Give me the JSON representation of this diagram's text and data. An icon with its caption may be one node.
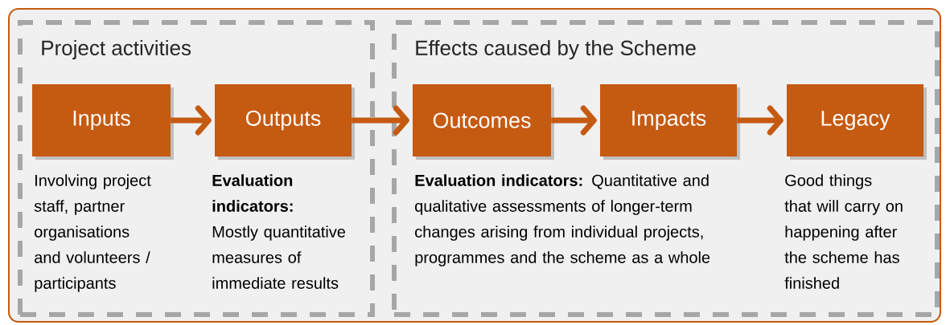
{
  "diagram": {
    "nodes": [
      {
        "text": [
          "Project activities"
        ]
      },
      {
        "text": [
          "Inputs"
        ],
        "in": 0,
        "beside": [
          "Involving project staff, partner organisations and volunteers / participants"
        ]
      },
      {
        "text": [
          "Outputs"
        ],
        "in": 0,
        "beside": [
          "**Evaluation indicators:** Mostly quantitative measures of immediate results"
        ]
      },
      {
        "text": [
          "Effects caused by the Scheme"
        ]
      },
      {
        "text": [
          "Outcomes"
        ],
        "in": 3,
        "beside": [
          "**Evaluation indicators:** Quantitative and qualitative assessments of longer-term changes arising from individual projects, programmes and the scheme as a whole"
        ]
      },
      {
        "text": [
          "Impacts"
        ],
        "in": 3
      },
      {
        "text": [
          "Legacy"
        ],
        "in": 3,
        "beside": [
          "Good things that will carry on happening after the scheme has finished"
        ]
      }
    ],
    "edges": [
      {
        "from": 1,
        "to": 2,
        "arrow": "to"
      },
      {
        "from": 2,
        "to": 4,
        "arrow": "to"
      },
      {
        "from": 4,
        "to": 5,
        "arrow": "to"
      },
      {
        "from": 5,
        "to": 6,
        "arrow": "to"
      }
    ]
  }
}
